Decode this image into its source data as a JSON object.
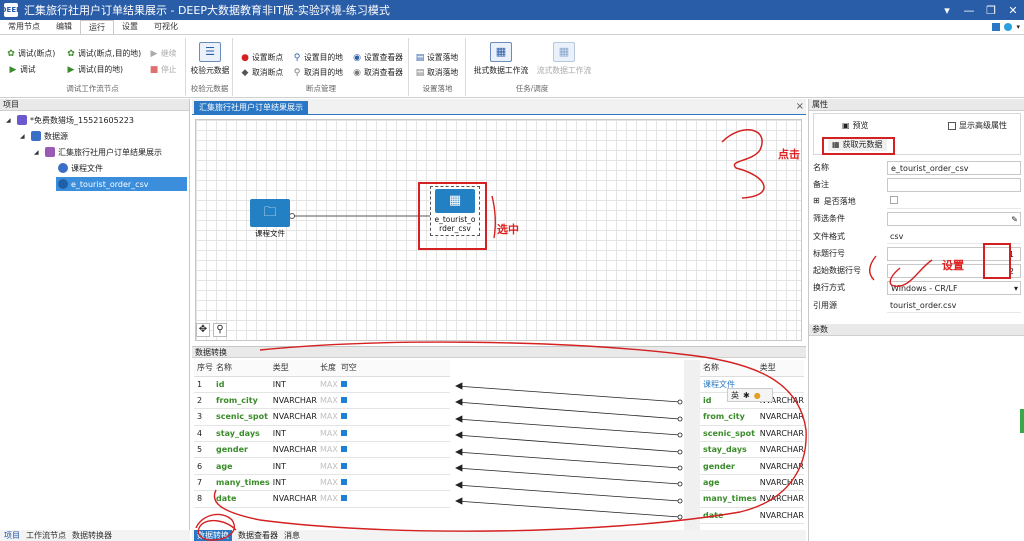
{
  "window": {
    "title": "汇集旅行社用户订单结果展示 - DEEP大数据教育非IT版-实验环境-练习模式",
    "app_icon": "DEEP"
  },
  "menu": {
    "items": [
      "常用节点",
      "编辑",
      "运行",
      "设置",
      "可视化"
    ],
    "active": "运行"
  },
  "ribbon": {
    "debug": {
      "label": "调试工作流节点",
      "btn1": "调试(断点)",
      "btn2": "调试(断点,目的地)",
      "btn3": "继续",
      "btn4": "调试",
      "btn5": "调试(目的地)",
      "btn6": "停止"
    },
    "validate": {
      "label": "校验元数据",
      "btn": "校验元数据"
    },
    "breakpoints": {
      "label": "断点管理",
      "set_bp": "设置断点",
      "set_dest": "设置目的地",
      "set_viewer": "设置查看器",
      "cancel_bp": "取消断点",
      "cancel_dest": "取消目的地",
      "cancel_viewer": "取消查看器"
    },
    "landing": {
      "label": "设置落地",
      "set": "设置落地",
      "cancel": "取消落地"
    },
    "schedule": {
      "label": "任务/调度",
      "batch": "批式数据工作流",
      "stream": "流式数据工作流"
    }
  },
  "left": {
    "header": "项目",
    "tree": [
      "*免费数猎场_15521605223",
      "数据源",
      "汇集旅行社用户订单结果展示",
      "课程文件",
      "e_tourist_order_csv"
    ],
    "tabs": [
      "项目",
      "工作流节点",
      "数据转换器"
    ]
  },
  "canvas": {
    "tab": "汇集旅行社用户订单结果展示",
    "node1": "课程文件",
    "node2": "e_tourist_o\nrder_csv"
  },
  "transform": {
    "title": "数据转换",
    "left_headers": [
      "序号",
      "名称",
      "类型",
      "长度",
      "可空"
    ],
    "left_rows": [
      [
        "1",
        "id",
        "INT",
        "MAX"
      ],
      [
        "2",
        "from_city",
        "NVARCHAR",
        "MAX"
      ],
      [
        "3",
        "scenic_spot",
        "NVARCHAR",
        "MAX"
      ],
      [
        "4",
        "stay_days",
        "INT",
        "MAX"
      ],
      [
        "5",
        "gender",
        "NVARCHAR",
        "MAX"
      ],
      [
        "6",
        "age",
        "INT",
        "MAX"
      ],
      [
        "7",
        "many_times",
        "INT",
        "MAX"
      ],
      [
        "8",
        "date",
        "NVARCHAR",
        "MAX"
      ]
    ],
    "right_headers": [
      "名称",
      "类型"
    ],
    "right_group": "课程文件",
    "right_rows": [
      [
        "id",
        "NVARCHAR"
      ],
      [
        "from_city",
        "NVARCHAR"
      ],
      [
        "scenic_spot",
        "NVARCHAR"
      ],
      [
        "stay_days",
        "NVARCHAR"
      ],
      [
        "gender",
        "NVARCHAR"
      ],
      [
        "age",
        "NVARCHAR"
      ],
      [
        "many_times",
        "NVARCHAR"
      ],
      [
        "date",
        "NVARCHAR"
      ]
    ],
    "ime": "英"
  },
  "mid_tabs": [
    "数据转换",
    "数据查看器",
    "消息"
  ],
  "props": {
    "header": "属性",
    "preview": "预览",
    "advanced": "显示高级属性",
    "fetch": "获取元数据",
    "fields": [
      {
        "k": "名称",
        "v": "e_tourist_order_csv"
      },
      {
        "k": "备注",
        "v": ""
      },
      {
        "k": "是否落地",
        "v": ""
      },
      {
        "k": "筛选条件",
        "v": ""
      },
      {
        "k": "文件格式",
        "v": "csv"
      },
      {
        "k": "标题行号",
        "v": "1"
      },
      {
        "k": "起始数据行号",
        "v": "2"
      },
      {
        "k": "换行方式",
        "v": "Windows - CR/LF"
      },
      {
        "k": "引用源",
        "v": "tourist_order.csv"
      }
    ],
    "params": "参数"
  },
  "annotations": {
    "click": "点击",
    "selected": "选中",
    "set": "设置"
  }
}
